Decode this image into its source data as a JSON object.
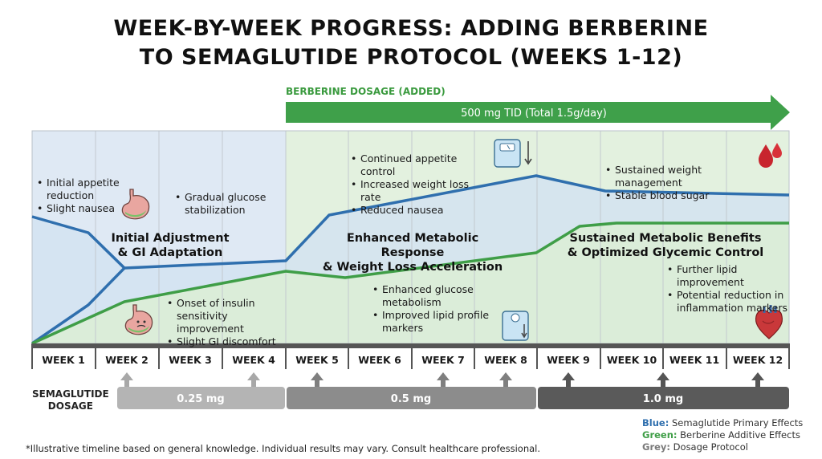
{
  "title": {
    "line1": "WEEK-BY-WEEK PROGRESS: ADDING BERBERINE",
    "line2": "TO SEMAGLUTIDE PROTOCOL (WEEKS 1-12)"
  },
  "berberine": {
    "label": "BERBERINE DOSAGE (ADDED)",
    "dose": "500 mg TID (Total 1.5g/day)"
  },
  "weeks": [
    "WEEK 1",
    "WEEK 2",
    "WEEK 3",
    "WEEK 4",
    "WEEK 5",
    "WEEK 6",
    "WEEK 7",
    "WEEK 8",
    "WEEK 9",
    "WEEK 10",
    "WEEK 11",
    "WEEK 12"
  ],
  "phases": [
    {
      "line1": "Initial Adjustment",
      "line2": "& GI Adaptation"
    },
    {
      "line1": "Enhanced Metabolic Response",
      "line2": "& Weight Loss Acceleration"
    },
    {
      "line1": "Sustained Metabolic Benefits",
      "line2": "& Optimized Glycemic Control"
    }
  ],
  "notes": {
    "n1": [
      "Initial appetite reduction",
      "Slight nausea"
    ],
    "n2": [
      "Gradual glucose stabilization"
    ],
    "n3": [
      "Onset of insulin sensitivity improvement",
      "Slight GI discomfort"
    ],
    "n4": [
      "Continued appetite control",
      "Increased weight loss rate",
      "Reduced nausea"
    ],
    "n5": [
      "Enhanced glucose metabolism",
      "Improved lipid profile markers"
    ],
    "n6": [
      "Sustained weight management",
      "Stable blood sugar"
    ],
    "n7": [
      "Further lipid improvement",
      "Potential reduction in inflammation markers"
    ]
  },
  "semaglutide": {
    "label_line1": "SEMAGLUTIDE",
    "label_line2": "DOSAGE",
    "doses": [
      "0.25 mg",
      "0.5 mg",
      "1.0 mg"
    ]
  },
  "footnote": "*Illustrative timeline based on general knowledge. Individual results may vary. Consult healthcare professional.",
  "legend": {
    "blue_key": "Blue:",
    "blue_text": "Semaglutide Primary Effects",
    "green_key": "Green:",
    "green_text": "Berberine Additive Effects",
    "grey_key": "Grey:",
    "grey_text": "Dosage Protocol"
  },
  "colors": {
    "blue": "#2f6fae",
    "green": "#3f9e47",
    "blue_fill": "#dfe9f4",
    "green_fill": "#e3f1df",
    "grey_light": "#b4b4b4",
    "grey_mid": "#8c8c8c",
    "grey_dark": "#5a5a5a"
  },
  "icons": [
    "stomach-icon",
    "stomach-face-icon",
    "scale-icon",
    "scale-icon-2",
    "blood-drop-icon",
    "heart-icon"
  ]
}
